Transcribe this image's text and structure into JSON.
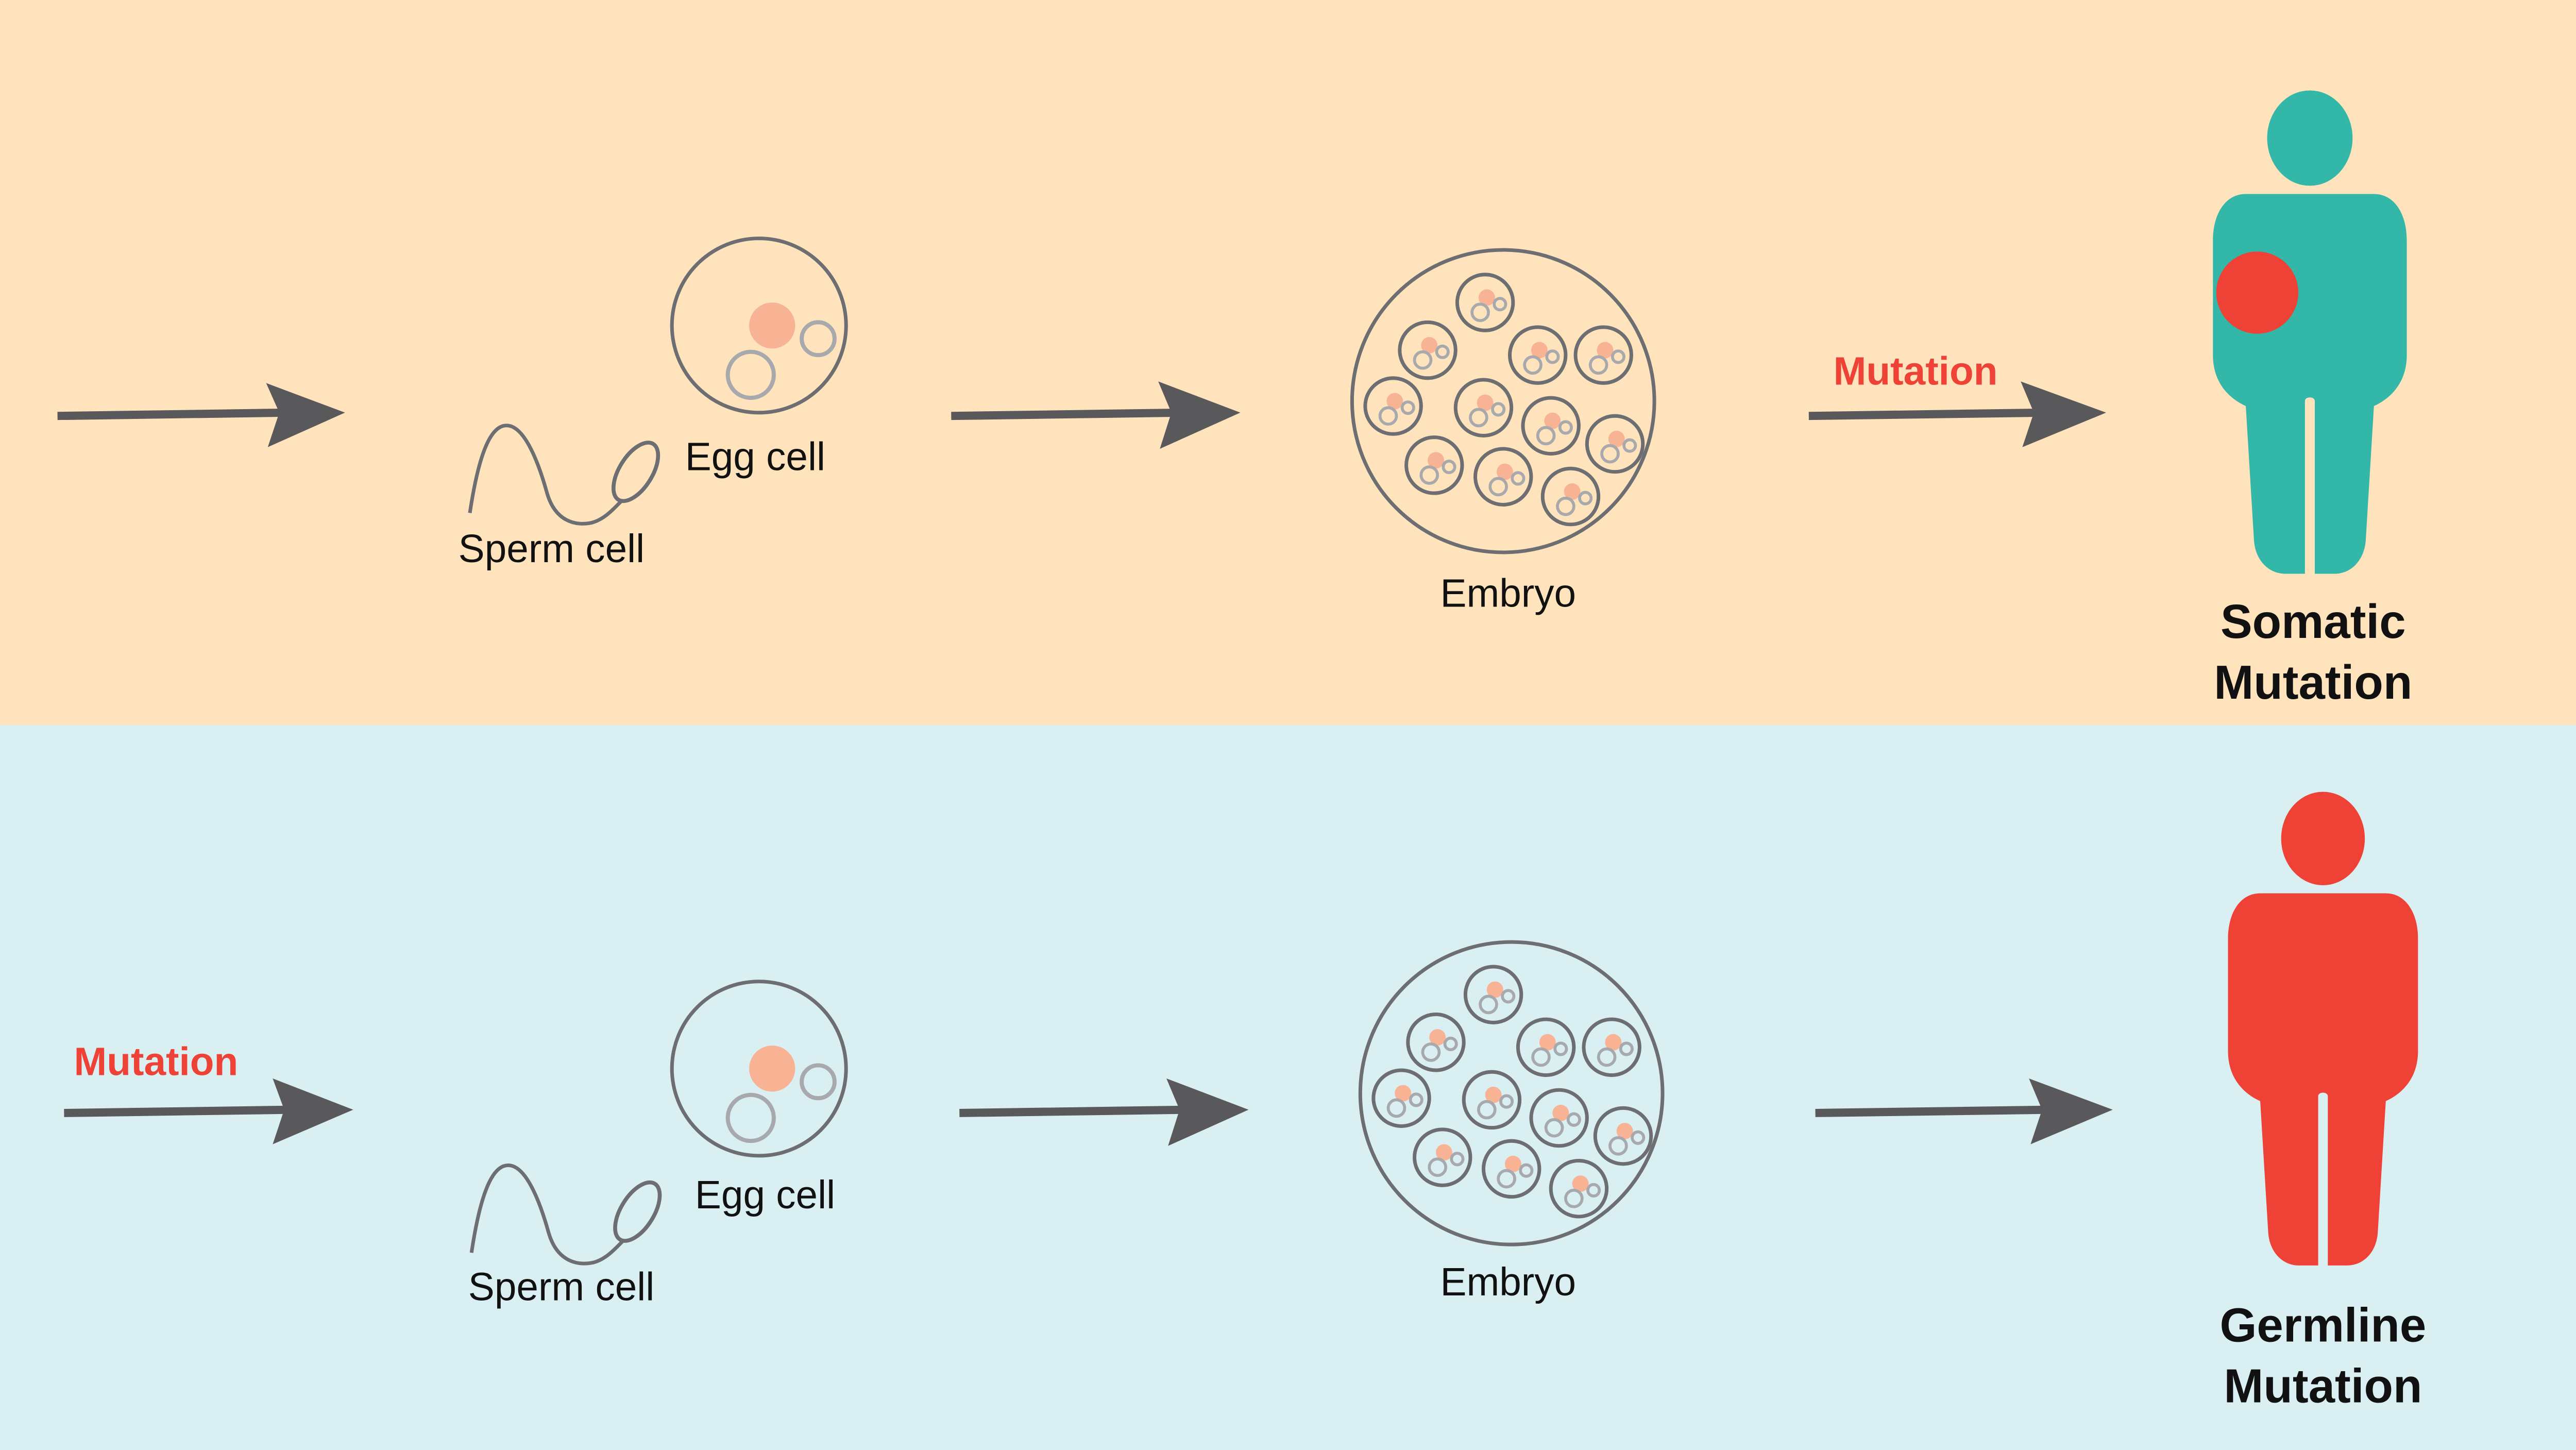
{
  "colors": {
    "somatic_panel_bg": "#FFE3BC",
    "germline_panel_bg": "#DAEFF2",
    "arrow": "#59595B",
    "mutation_text": "#EE4237",
    "somatic_person": "#32B7A8",
    "germline_person": "#EE4237",
    "mutated_spot": "#EE4237",
    "cell_outline": "#6D6E71",
    "cell_nucleus": "#F8B294"
  },
  "somatic": {
    "sperm_label": "Sperm cell",
    "egg_label": "Egg cell",
    "embryo_label": "Embryo",
    "arrow_mutation_label": "Mutation",
    "result_title_line1": "Somatic",
    "result_title_line2": "Mutation"
  },
  "germline": {
    "arrow_mutation_label": "Mutation",
    "sperm_label": "Sperm cell",
    "egg_label": "Egg cell",
    "embryo_label": "Embryo",
    "result_title_line1": "Germline",
    "result_title_line2": "Mutation"
  }
}
